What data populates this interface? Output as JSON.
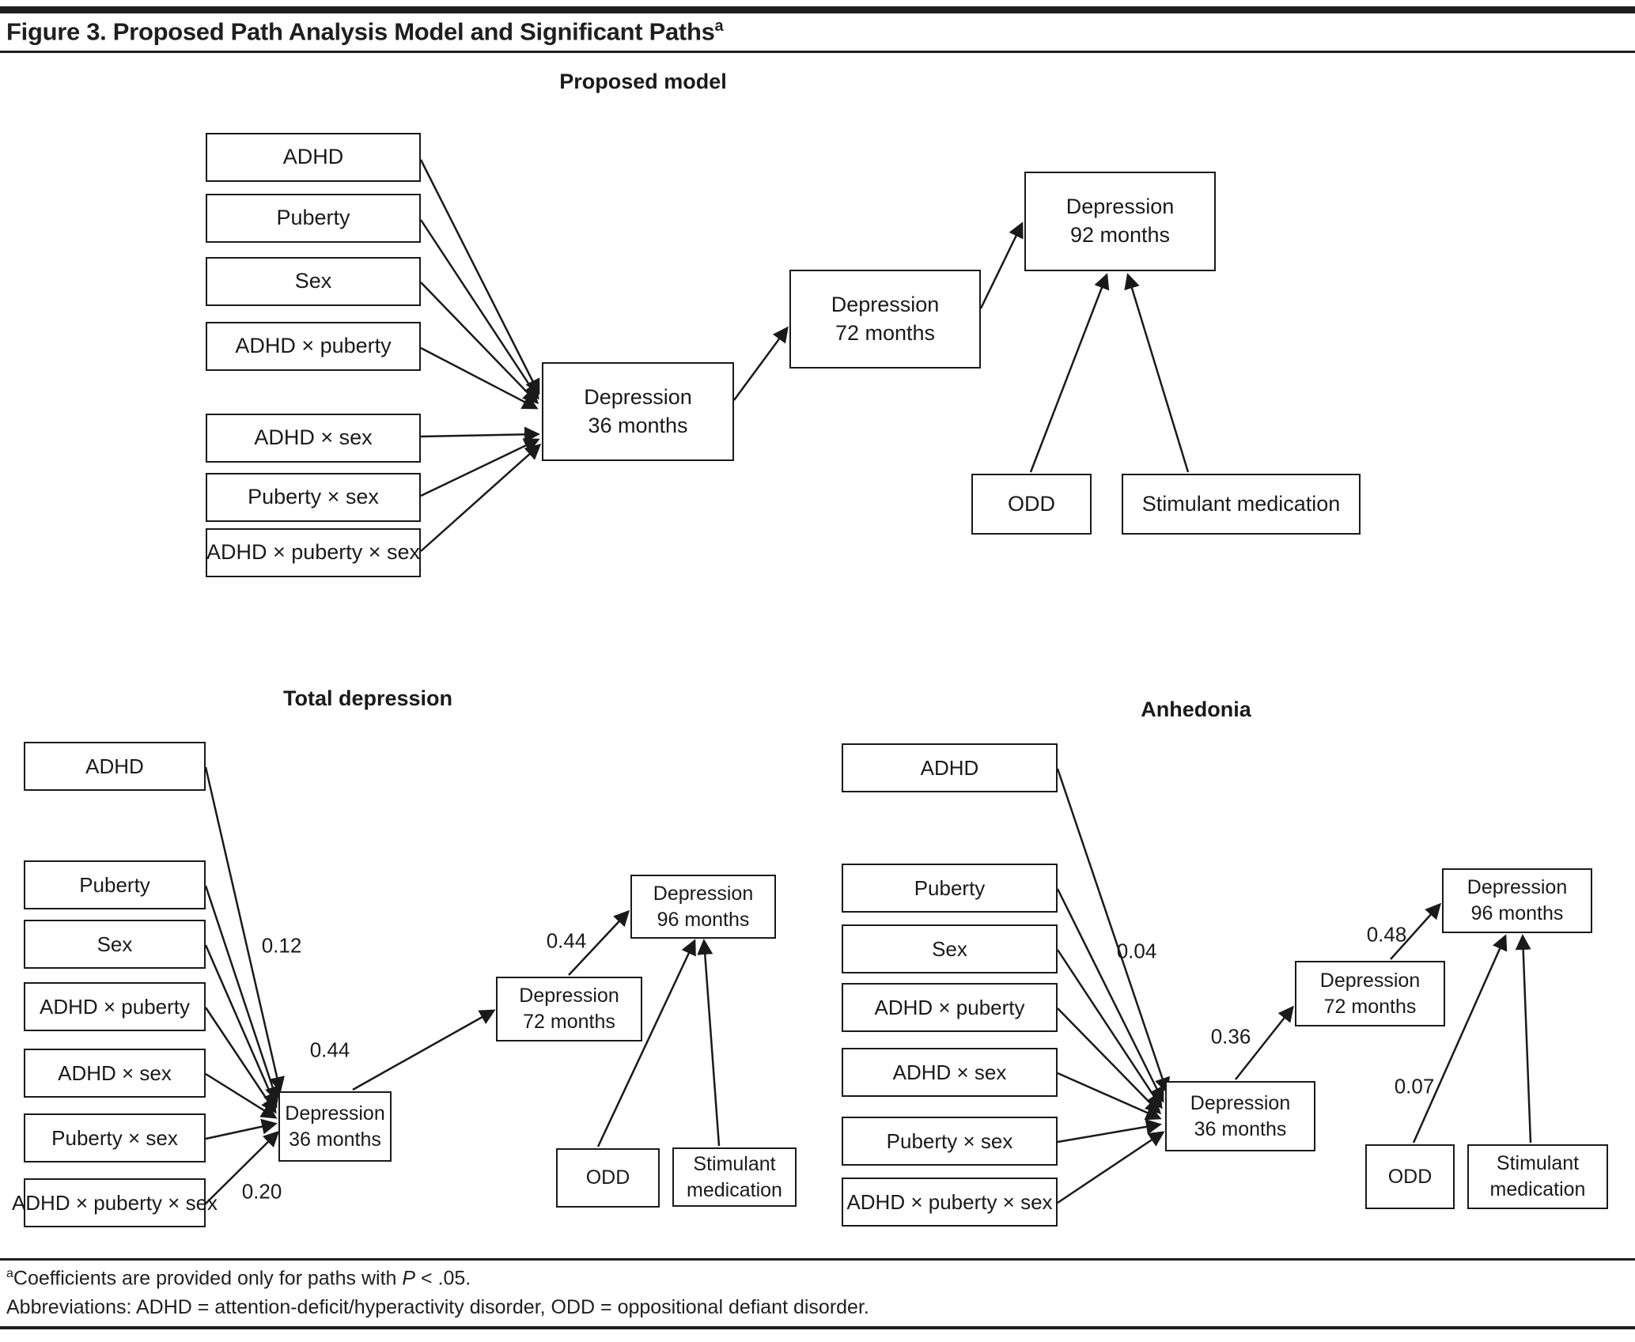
{
  "figure": {
    "title": "Figure 3. Proposed Path Analysis Model and Significant Paths",
    "title_footnote_marker": "a",
    "footnote_1": {
      "marker": "a",
      "text_before_p": "Coefficients are provided only for paths with ",
      "p": "P",
      "text_after_p": " < .05."
    },
    "footnote_2": "Abbreviations: ADHD = attention-deficit/hyperactivity disorder, ODD = oppositional defiant disorder."
  },
  "panels": {
    "proposed": {
      "heading": "Proposed model",
      "predictors": [
        "ADHD",
        "Puberty",
        "Sex",
        "ADHD × puberty",
        "ADHD × sex",
        "Puberty × sex",
        "ADHD × puberty × sex"
      ],
      "dep36": {
        "line1": "Depression",
        "line2": "36 months"
      },
      "dep72": {
        "line1": "Depression",
        "line2": "72 months"
      },
      "dep92": {
        "line1": "Depression",
        "line2": "92 months"
      },
      "odd": "ODD",
      "stimulant": "Stimulant medication"
    },
    "total_depression": {
      "heading": "Total depression",
      "predictors": [
        "ADHD",
        "Puberty",
        "Sex",
        "ADHD × puberty",
        "ADHD × sex",
        "Puberty × sex",
        "ADHD × puberty × sex"
      ],
      "dep36": {
        "line1": "Depression",
        "line2": "36 months"
      },
      "dep72": {
        "line1": "Depression",
        "line2": "72 months"
      },
      "dep96": {
        "line1": "Depression",
        "line2": "96 months"
      },
      "odd": "ODD",
      "stimulant": {
        "line1": "Stimulant",
        "line2": "medication"
      },
      "coefficients": {
        "adhd_to_dep36": "0.12",
        "threeway_to_dep36": "0.20",
        "dep36_to_dep72": "0.44",
        "dep72_to_dep96": "0.44"
      }
    },
    "anhedonia": {
      "heading": "Anhedonia",
      "predictors": [
        "ADHD",
        "Puberty",
        "Sex",
        "ADHD × puberty",
        "ADHD × sex",
        "Puberty × sex",
        "ADHD × puberty × sex"
      ],
      "dep36": {
        "line1": "Depression",
        "line2": "36 months"
      },
      "dep72": {
        "line1": "Depression",
        "line2": "72 months"
      },
      "dep96": {
        "line1": "Depression",
        "line2": "96 months"
      },
      "odd": "ODD",
      "stimulant": {
        "line1": "Stimulant",
        "line2": "medication"
      },
      "coefficients": {
        "adhd_to_dep36": "0.04",
        "dep36_to_dep72": "0.36",
        "dep72_to_dep96": "0.48",
        "odd_to_dep96": "0.07"
      }
    }
  }
}
